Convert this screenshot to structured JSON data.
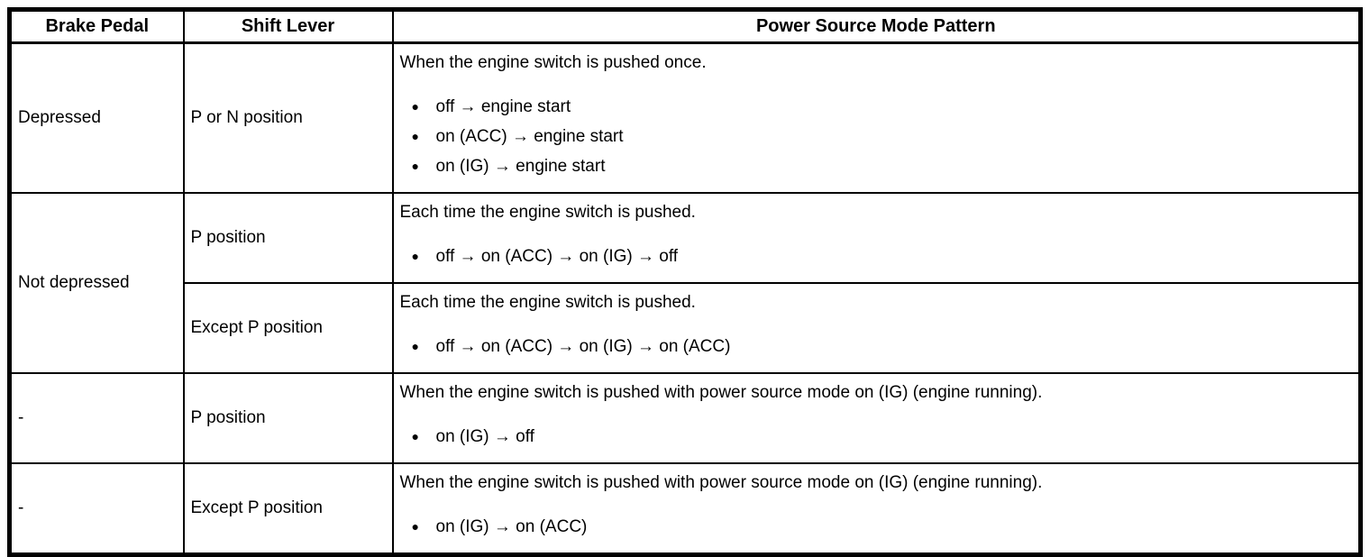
{
  "icons": {
    "bullet": "●"
  },
  "table": {
    "headers": [
      "Brake Pedal",
      "Shift Lever",
      "Power Source Mode Pattern"
    ],
    "rows": [
      {
        "brake_pedal": "Depressed",
        "shift_lever": "P or N position",
        "pattern_intro": "When the engine switch is pushed once.",
        "pattern_items": [
          "off → engine start",
          "on (ACC) → engine start",
          "on (IG) → engine start"
        ]
      },
      {
        "brake_pedal": "Not depressed",
        "shift_lever": "P position",
        "pattern_intro": "Each time the engine switch is pushed.",
        "pattern_items": [
          "off → on (ACC) → on (IG) → off"
        ]
      },
      {
        "shift_lever": "Except P position",
        "pattern_intro": "Each time the engine switch is pushed.",
        "pattern_items": [
          "off → on (ACC) → on (IG) → on (ACC)"
        ]
      },
      {
        "brake_pedal": "-",
        "shift_lever": "P position",
        "pattern_intro": "When the engine switch is pushed with power source mode on (IG) (engine running).",
        "pattern_items": [
          "on (IG) → off"
        ]
      },
      {
        "brake_pedal": "-",
        "shift_lever": "Except P position",
        "pattern_intro": "When the engine switch is pushed with power source mode on (IG) (engine running).",
        "pattern_items": [
          "on (IG) → on (ACC)"
        ]
      }
    ]
  }
}
